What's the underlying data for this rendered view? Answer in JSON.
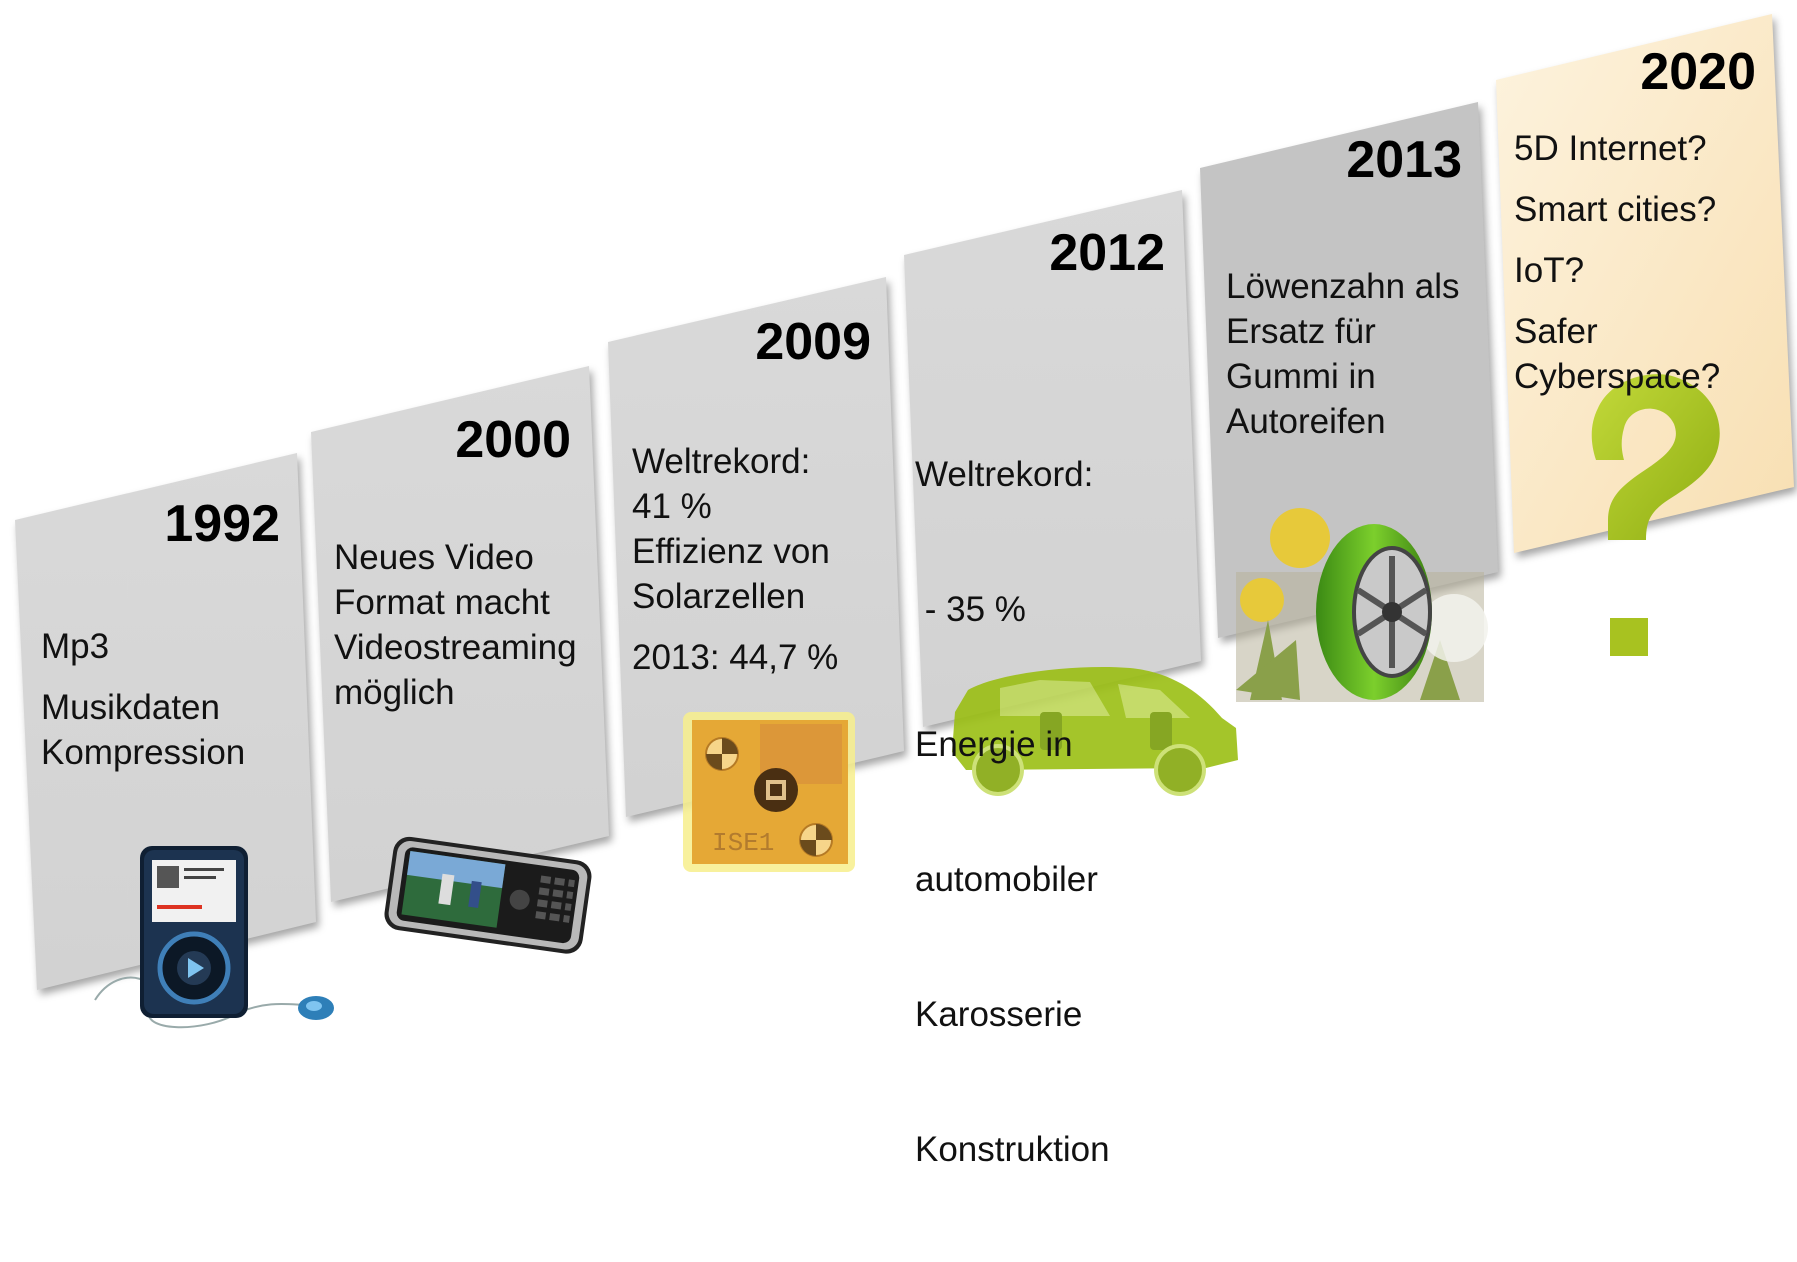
{
  "colors": {
    "panel_gray": "#d6d6d6",
    "panel_dark": "#c3c3c3",
    "panel_last": "#fbe8c6",
    "accent_green": "#9bbf14",
    "question_green": "#a8c220"
  },
  "timeline": [
    {
      "year": "1992",
      "lines": [
        "Mp3",
        "Musikdaten",
        "Kompression"
      ],
      "icon": "mp3-player-icon"
    },
    {
      "year": "2000",
      "lines": [
        "Neues Video",
        "Format macht",
        "Videostreaming",
        "möglich"
      ],
      "icon": "mobile-phone-icon"
    },
    {
      "year": "2009",
      "lines": [
        "Weltrekord:",
        "41 %",
        "Effizienz von",
        "Solarzellen",
        "2013: 44,7 %"
      ],
      "icon": "solar-cell-icon"
    },
    {
      "year": "2012",
      "lines": [
        "Weltrekord:",
        " - 35 %",
        "Energie in",
        "automobiler",
        "Karosserie",
        "Konstruktion"
      ],
      "icon": "car-body-icon"
    },
    {
      "year": "2013",
      "lines": [
        "Löwenzahn als",
        "Ersatz für",
        "Gummi in",
        "Autoreifen"
      ],
      "icon": "dandelion-tire-icon"
    },
    {
      "year": "2020",
      "lines": [
        "5D Internet?",
        "Smart cities?",
        "IoT?",
        "Safer",
        "Cyberspace?"
      ],
      "icon": "question-mark-icon"
    }
  ],
  "chip_label": "ISE1"
}
